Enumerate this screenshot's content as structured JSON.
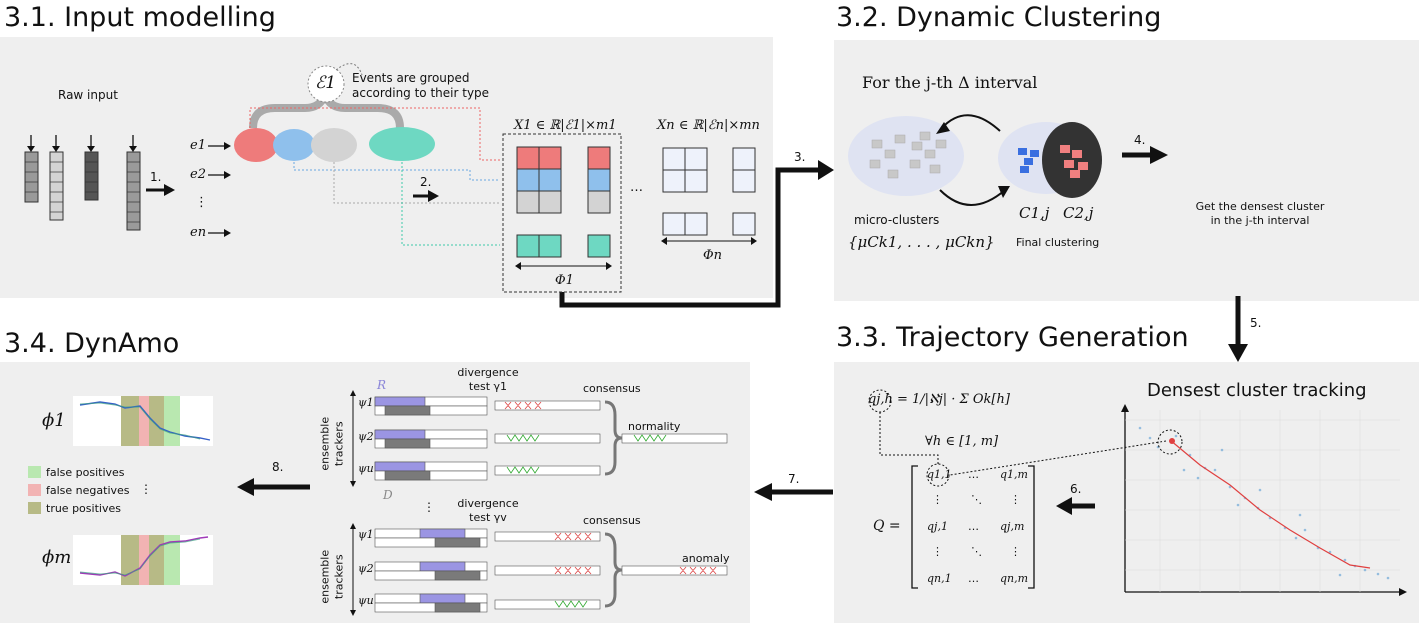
{
  "sections": {
    "input_modelling": "3.1. Input modelling",
    "dynamic_clustering": "3.2. Dynamic Clustering",
    "trajectory_generation": "3.3. Trajectory Generation",
    "dynamo": "3.4. DynAmo"
  },
  "input": {
    "raw_input": "Raw input",
    "events_note": "Events are grouped according to their type",
    "set_symbol": "ℰ1",
    "events": [
      "e1",
      "e2",
      "⋮",
      "en"
    ],
    "matrix1_label": "X1 ∈ ℝ|ℰ1|×m1",
    "matrixn_label": "Xn ∈ ℝ|ℰn|×mn",
    "phi1": "Φ1",
    "phin": "Φn",
    "ellipsis": "…"
  },
  "clustering": {
    "interval_title": "For the j-th Δ interval",
    "micro_clusters": "micro-clusters",
    "micro_set": "{μCk1, . . . , μCkn}",
    "c1": "C1,j",
    "c2": "C2,j",
    "final_clustering": "Final clustering",
    "densest": "Get the densest cluster in the j-th interval"
  },
  "trajectory": {
    "tracking_title": "Densest cluster tracking",
    "formula_q": "qj,h = 1/|ℵj| · Σ Ok[h]",
    "forall": "∀h ∈ [1, m]",
    "matrix_q": "Q ="
  },
  "dynamo": {
    "divergence1": "divergence test γ1",
    "divergence2": "divergence test γv",
    "consensus": "consensus",
    "normality": "normality",
    "anomaly": "anomaly",
    "ensemble": "ensemble trackers",
    "r_label": "R",
    "d_label": "D",
    "phi1": "ϕ1",
    "phim": "ϕm",
    "legend": [
      {
        "label": "false positives",
        "color": "#b9e8b0"
      },
      {
        "label": "false negatives",
        "color": "#f2b3b3"
      },
      {
        "label": "true positives",
        "color": "#b7ba86"
      }
    ]
  },
  "steps": [
    "1.",
    "2.",
    "3.",
    "4.",
    "5.",
    "6.",
    "7.",
    "8."
  ],
  "colors": {
    "red": "#ee7b7b",
    "blue": "#8fc0ec",
    "grey": "#d0d0d0",
    "teal": "#6ed8c2",
    "purple": "#9b95e3",
    "dark": "#7a7a7a"
  }
}
